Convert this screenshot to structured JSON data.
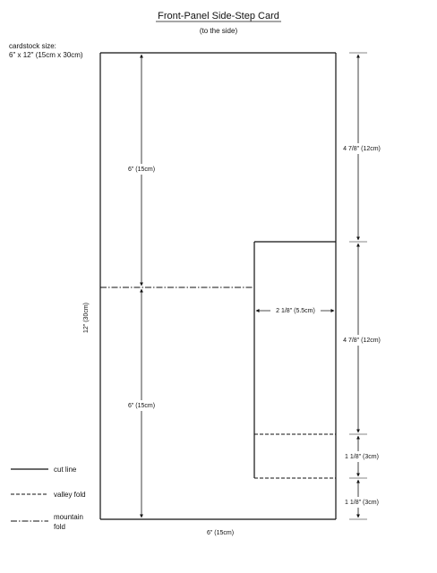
{
  "title": "Front-Panel Side-Step Card",
  "subtitle": "(to the side)",
  "cardstock": {
    "label": "cardstock size:",
    "value": "6\" x 12\" (15cm x 30cm)"
  },
  "dimensions": {
    "top_left_height": "6\" (15cm)",
    "bottom_left_height": "6\" (15cm)",
    "total_height": "12\" (30cm)",
    "width_bottom": "6\" (15cm)",
    "flap_width": "2 1/8\" (5.5cm)",
    "right_top": "4 7/8\" (12cm)",
    "right_middle": "4 7/8\" (12cm)",
    "right_lower": "1 1/8\" (3cm)",
    "right_bottom": "1 1/8\" (3cm)"
  },
  "legend": {
    "cut_line": "cut line",
    "valley_fold": "valley fold",
    "mountain_fold_line1": "mountain",
    "mountain_fold_line2": "fold"
  }
}
